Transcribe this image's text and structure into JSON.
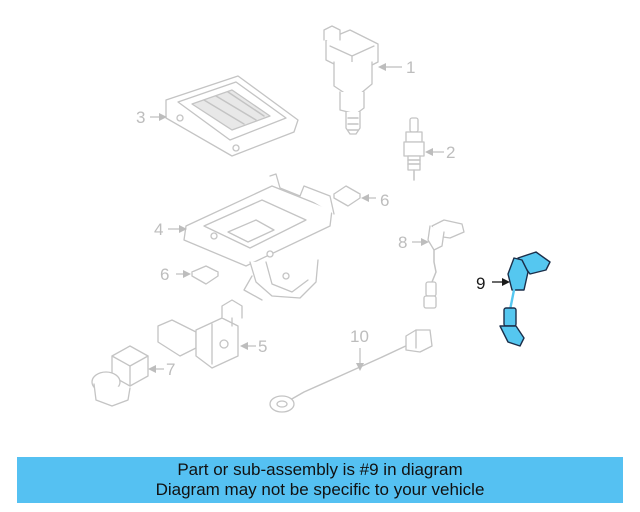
{
  "diagram": {
    "callouts": {
      "c1": "1",
      "c2": "2",
      "c3": "3",
      "c4": "4",
      "c5": "5",
      "c6a": "6",
      "c6b": "6",
      "c7": "7",
      "c8": "8",
      "c9": "9",
      "c10": "10"
    },
    "highlight_color": "#55c7f0",
    "line_color": "#c4c4c4"
  },
  "banner": {
    "line1": "Part or sub-assembly is #9 in diagram",
    "line2": "Diagram may not be specific to your vehicle",
    "background": "#55c1f2"
  }
}
